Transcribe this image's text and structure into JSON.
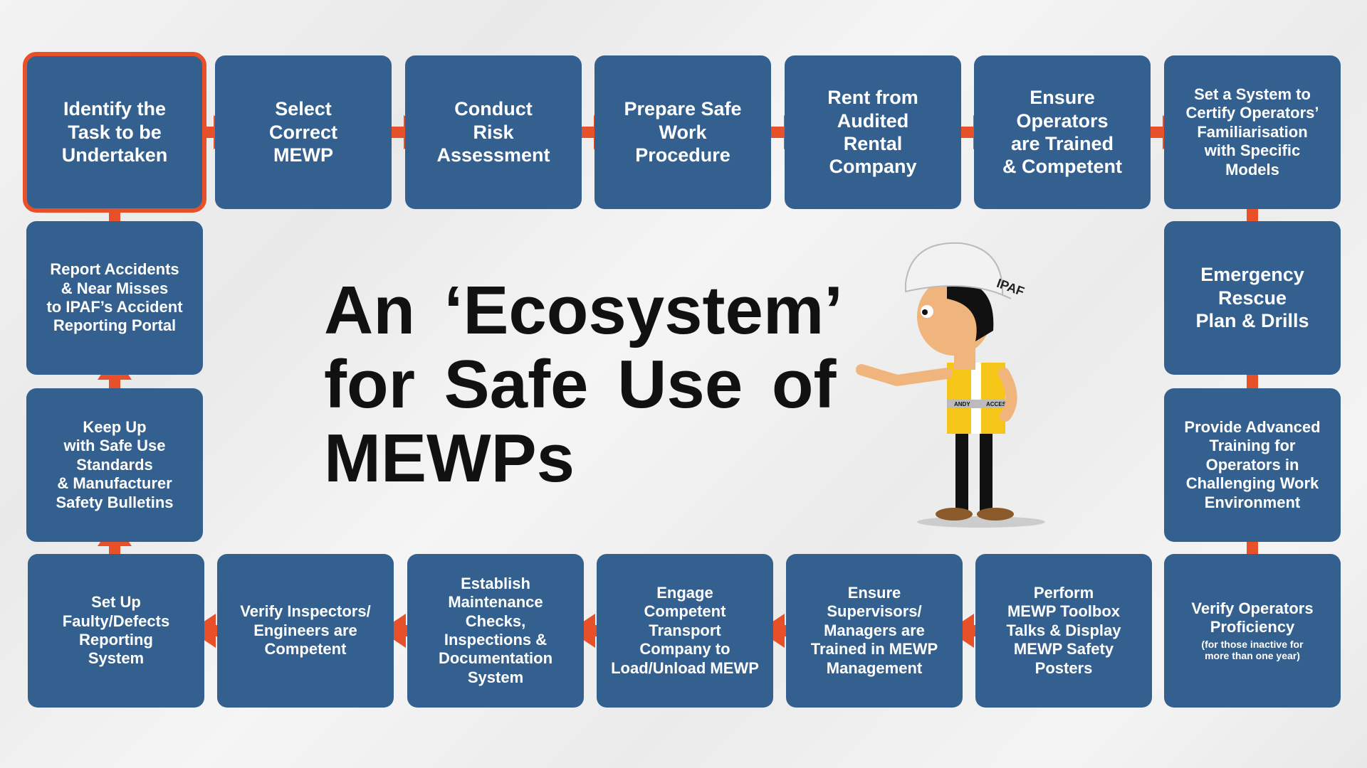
{
  "title": {
    "line1": "An ‘Ecosystem’",
    "line2": "for  Safe  Use  of",
    "line3": "MEWPs"
  },
  "steps": [
    {
      "label": "Identify the\nTask to be\nUndertaken"
    },
    {
      "label": "Select\nCorrect\nMEWP"
    },
    {
      "label": "Conduct\nRisk\nAssessment"
    },
    {
      "label": "Prepare Safe\nWork\nProcedure"
    },
    {
      "label": "Rent from\nAudited\nRental\nCompany"
    },
    {
      "label": "Ensure\nOperators\nare Trained\n& Competent"
    },
    {
      "label": "Set a System to\nCertify Operators’\nFamiliarisation\nwith Specific\nModels"
    },
    {
      "label": "Emergency\nRescue\nPlan & Drills"
    },
    {
      "label": "Provide Advanced\nTraining for\nOperators in\nChallenging Work\nEnvironment"
    },
    {
      "label": "Verify Operators\nProficiency",
      "note": "(for those inactive for\nmore than one year)"
    },
    {
      "label": "Perform\nMEWP Toolbox\nTalks & Display\nMEWP Safety Posters"
    },
    {
      "label": "Ensure\nSupervisors/\nManagers are\nTrained in MEWP\nManagement"
    },
    {
      "label": "Engage\nCompetent\nTransport\nCompany to\nLoad/Unload MEWP"
    },
    {
      "label": "Establish\nMaintenance\nChecks,\nInspections &\nDocumentation\nSystem"
    },
    {
      "label": "Verify Inspectors/\nEngineers are\nCompetent"
    },
    {
      "label": "Set Up\nFaulty/Defects\nReporting\nSystem"
    },
    {
      "label": "Keep Up\nwith Safe Use\nStandards\n& Manufacturer\nSafety Bulletins"
    },
    {
      "label": "Report Accidents\n& Near Misses\nto IPAF’s Accident\nReporting Portal"
    }
  ],
  "mascot": {
    "helmet_logo": "IPAF",
    "vest_left": "ANDY",
    "vest_right": "ACCESS"
  },
  "colors": {
    "box": "#34608f",
    "arrow": "#e8502a"
  }
}
